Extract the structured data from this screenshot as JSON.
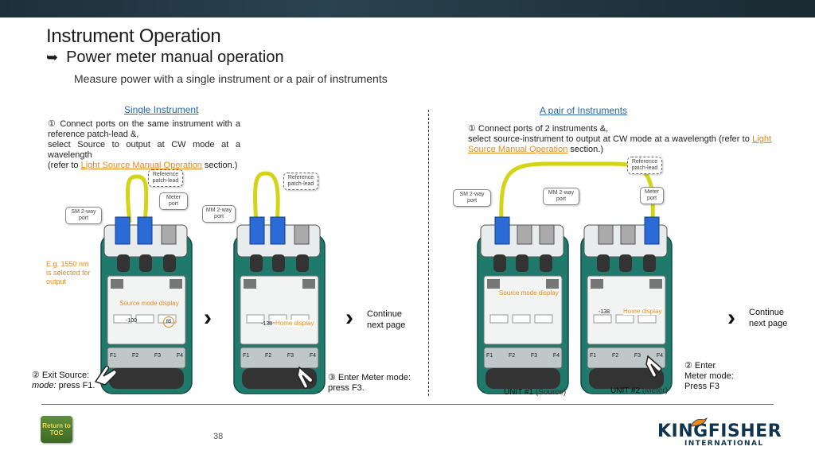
{
  "header": {
    "title": "Instrument Operation",
    "subtitle": "Power meter manual operation",
    "description": "Measure power with a single instrument or a pair of instruments"
  },
  "single": {
    "title": "Single Instrument",
    "step1_a": "① Connect ports on the same instrument with a reference patch-lead &,",
    "step1_b": "select Source to output at CW mode at a wavelength",
    "step1_c_pre": "(refer to ",
    "step1_c_link": "Light Source Manual Operation",
    "step1_c_post": " section.)",
    "callout_reference": "Reference patch-lead",
    "callout_reference_2": "Reference patch-lead",
    "callout_meter_port": "Meter port",
    "callout_mm_port": "MM 2-way port",
    "callout_sm_port": "SM 2-way port",
    "note_wavelength": "E.g. 1550 nm is selected for output",
    "label_source_display": "Source mode display",
    "label_home_display": "Home display",
    "step2_title": "② Exit Source:",
    "step2_mode": "mode:",
    "step2_action": " press F1.",
    "step3_title": "③ Enter Meter mode:",
    "step3_action": "press F3.",
    "continue": "Continue next page"
  },
  "pair": {
    "title": "A pair of Instruments",
    "step1_a": "① Connect ports of 2 instruments &,",
    "step1_b": "select source-instrument to output at CW mode at a wavelength (refer to ",
    "step1_link": "Light Source Manual Operation",
    "step1_post": " section.)",
    "callout_reference": "Reference patch-lead",
    "callout_sm_port": "SM 2-way port",
    "callout_mm_port": "MM 2-way port",
    "callout_meter_port": "Meter port",
    "label_source_display": "Source mode display",
    "label_home_display": "Home display",
    "step2_title": "② Enter Meter mode:",
    "step2_action": "Press F3",
    "unit1": "UNIT #1",
    "unit1_sub": " (Source)",
    "unit2": "UNIT #2",
    "unit2_sub": " (Meter)",
    "continue": "Continue next page"
  },
  "footer": {
    "return_label": "Return to TOC",
    "page_number": "38",
    "logo_top": "KINGFISHER",
    "logo_bottom": "INTERNATIONAL"
  },
  "device": {
    "f_keys": [
      "F1",
      "F2",
      "F3",
      "F4"
    ],
    "screen_reading": "-100",
    "screen_reading_2": "-138",
    "wavelength_badge": "85"
  },
  "colors": {
    "body": "#1f7a6c",
    "fiber": "#d4d416",
    "connector": "#2b6bd8",
    "accent_orange": "#e88a1a",
    "link_blue": "#2a67b1"
  }
}
